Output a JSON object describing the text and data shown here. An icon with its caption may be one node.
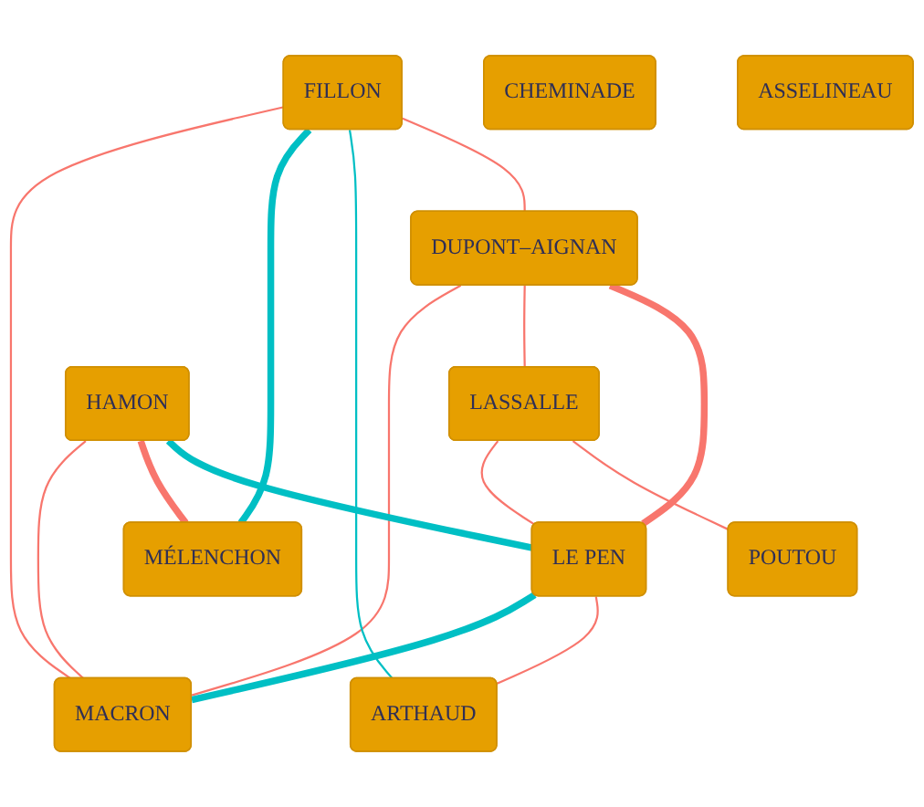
{
  "diagram": {
    "nodes": [
      {
        "text": [
          "DUPONT–AIGNAN"
        ]
      },
      {
        "text": [
          "CHEMINADE"
        ]
      },
      {
        "text": [
          "FILLON"
        ]
      },
      {
        "text": [
          "ASSELINEAU"
        ]
      },
      {
        "text": [
          "HAMON"
        ]
      },
      {
        "text": [
          "ARTHAUD"
        ]
      },
      {
        "text": [
          "LASSALLE"
        ]
      },
      {
        "text": [
          "POUTOU"
        ]
      },
      {
        "text": [
          "LE PEN"
        ]
      },
      {
        "text": [
          "MÉLENCHON"
        ]
      },
      {
        "text": [
          "MACRON"
        ]
      }
    ],
    "edges": [
      {
        "from": 2,
        "to": 0,
        "arrow": "none"
      },
      {
        "from": 0,
        "to": 8,
        "arrow": "none",
        "style": "thick"
      },
      {
        "from": 0,
        "to": 6,
        "arrow": "none"
      },
      {
        "from": 0,
        "to": 10,
        "arrow": "none"
      },
      {
        "from": 2,
        "to": 5,
        "arrow": "none",
        "color": "#00bfc4"
      },
      {
        "from": 2,
        "to": 9,
        "arrow": "none",
        "style": "thick",
        "color": "#00bfc4"
      },
      {
        "from": 2,
        "to": 10,
        "arrow": "none"
      },
      {
        "from": 4,
        "to": 8,
        "arrow": "none",
        "style": "thick",
        "color": "#00bfc4"
      },
      {
        "from": 4,
        "to": 9,
        "arrow": "none",
        "style": "thick"
      },
      {
        "from": 4,
        "to": 10,
        "arrow": "none"
      },
      {
        "from": 6,
        "to": 7,
        "arrow": "none"
      },
      {
        "from": 6,
        "to": 8,
        "arrow": "none"
      },
      {
        "from": 8,
        "to": 5,
        "arrow": "none"
      },
      {
        "from": 8,
        "to": 10,
        "arrow": "none",
        "style": "thick",
        "color": "#00bfc4"
      }
    ]
  }
}
